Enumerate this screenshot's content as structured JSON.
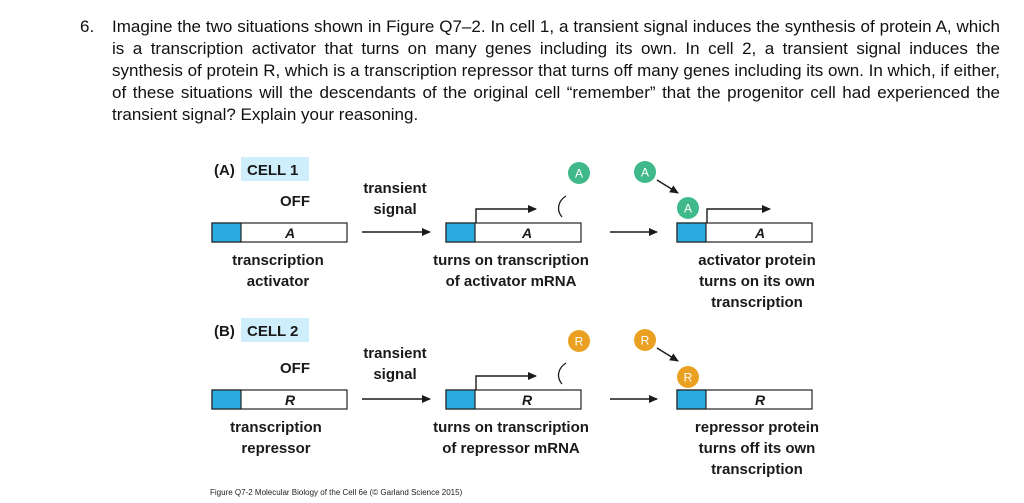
{
  "question": {
    "number": "6.",
    "text": "Imagine the two situations shown in Figure Q7–2. In cell 1, a transient signal induces the synthesis of protein A, which is a transcription activator that turns on many genes including its own. In cell 2, a transient signal induces the synthesis of protein R, which is a transcription repressor that turns off many genes including its own. In which, if either, of these situations will the descendants of the original cell “remember” that the progenitor cell had experienced the transient signal? Explain your reasoning."
  },
  "panel_a": {
    "tag": "(A)",
    "cell": "CELL 1",
    "off": "OFF",
    "gene": "A",
    "left_label": [
      "transcription",
      "activator"
    ],
    "signal": [
      "transient",
      "signal"
    ],
    "badge": "A",
    "middle_label": [
      "turns on transcription",
      "of activator mRNA"
    ],
    "right_label": [
      "activator protein",
      "turns on its own",
      "transcription"
    ]
  },
  "panel_b": {
    "tag": "(B)",
    "cell": "CELL 2",
    "off": "OFF",
    "gene": "R",
    "left_label": [
      "transcription",
      "repressor"
    ],
    "signal": [
      "transient",
      "signal"
    ],
    "badge": "R",
    "middle_label": [
      "turns on transcription",
      "of repressor mRNA"
    ],
    "right_label": [
      "repressor protein",
      "turns off its own",
      "transcription"
    ]
  },
  "caption": "Figure Q7-2 Molecular Biology of the Cell 6e (© Garland Science 2015)",
  "colors": {
    "cell_label_bg": "#cdeefa",
    "promoter_blue": "#29abe2",
    "activator_green": "#3fb98a",
    "repressor_orange": "#eaa122"
  }
}
